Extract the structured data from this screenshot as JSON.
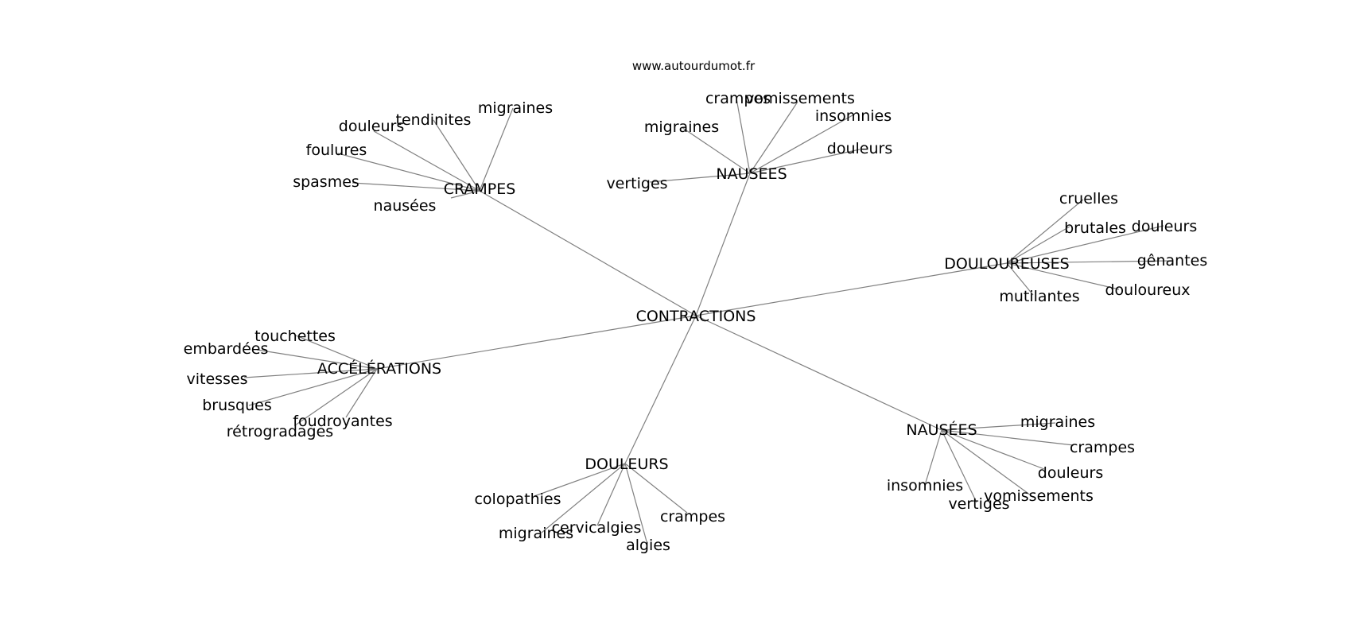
{
  "source": "www.autourdumot.fr",
  "graph": {
    "center": "CONTRACTIONS",
    "groups": [
      {
        "hub": "CRAMPES",
        "leaves": [
          "migraines",
          "tendinites",
          "douleurs",
          "foulures",
          "spasmes",
          "nausées"
        ]
      },
      {
        "hub": "NAUSEES",
        "leaves": [
          "crampes",
          "vomissements",
          "insomnies",
          "douleurs",
          "migraines",
          "vertiges"
        ]
      },
      {
        "hub": "DOULOUREUSES",
        "leaves": [
          "cruelles",
          "brutales",
          "douleurs",
          "gênantes",
          "douloureux",
          "mutilantes"
        ]
      },
      {
        "hub": "ACCÉLÉRATIONS",
        "leaves": [
          "touchettes",
          "embardées",
          "vitesses",
          "brusques",
          "rétrogradages",
          "foudroyantes"
        ]
      },
      {
        "hub": "DOULEURS",
        "leaves": [
          "colopathies",
          "migraines",
          "cervicalgies",
          "algies",
          "crampes"
        ]
      },
      {
        "hub": "NAUSÉES",
        "leaves": [
          "migraines",
          "crampes",
          "douleurs",
          "vomissements",
          "vertiges",
          "insomnies"
        ]
      }
    ]
  }
}
